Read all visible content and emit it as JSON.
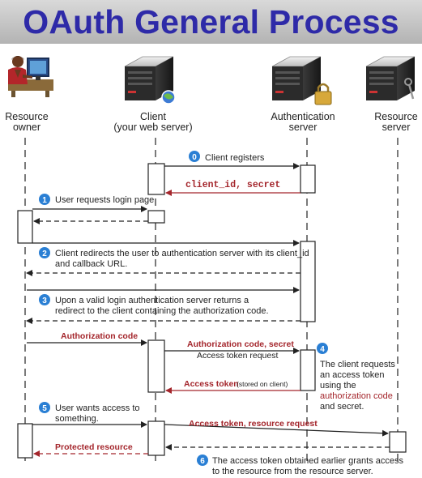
{
  "title": "OAuth General Process",
  "colors": {
    "title": "#2e2aa8",
    "accent_red": "#a4262c",
    "step_badge": "#2a7fd4",
    "arrow": "#222222"
  },
  "participants": [
    {
      "id": "owner",
      "line1": "Resource",
      "line2": "owner",
      "icon": "person-at-computer-icon"
    },
    {
      "id": "client",
      "line1": "Client",
      "line2": "(your web server)",
      "icon": "web-server-icon"
    },
    {
      "id": "auth",
      "line1": "Authentication",
      "line2": "server",
      "icon": "locked-server-icon"
    },
    {
      "id": "resource",
      "line1": "Resource",
      "line2": "server",
      "icon": "server-key-icon"
    }
  ],
  "steps": [
    {
      "number": "0",
      "lines": [
        "Client registers"
      ]
    },
    {
      "number": "1",
      "lines": [
        "User requests login page"
      ]
    },
    {
      "number": "2",
      "lines": [
        "Client redirects the user to authentication server with its client_id",
        "and callback URL."
      ]
    },
    {
      "number": "3",
      "lines": [
        "Upon a valid login authentication server returns a",
        "redirect to the client containing the authorization code."
      ]
    },
    {
      "number": "4",
      "lines": [
        "The client requests",
        "an access token",
        "using the",
        "authorization code",
        "and secret."
      ]
    },
    {
      "number": "5",
      "lines": [
        "User wants access to",
        "something."
      ]
    },
    {
      "number": "6",
      "lines": [
        "The access token obtained earlier grants access",
        "to the resource from the resource server."
      ]
    }
  ],
  "messages": {
    "client_id_secret": "client_id, secret",
    "authorization_code": "Authorization code",
    "authorization_code_secret": "Authorization code, secret",
    "access_token_request": "Access token request",
    "access_token": "Access token",
    "stored_on_client": "(stored on client)",
    "access_token_resource_request": "Access token, resource request",
    "protected_resource": "Protected resource"
  }
}
